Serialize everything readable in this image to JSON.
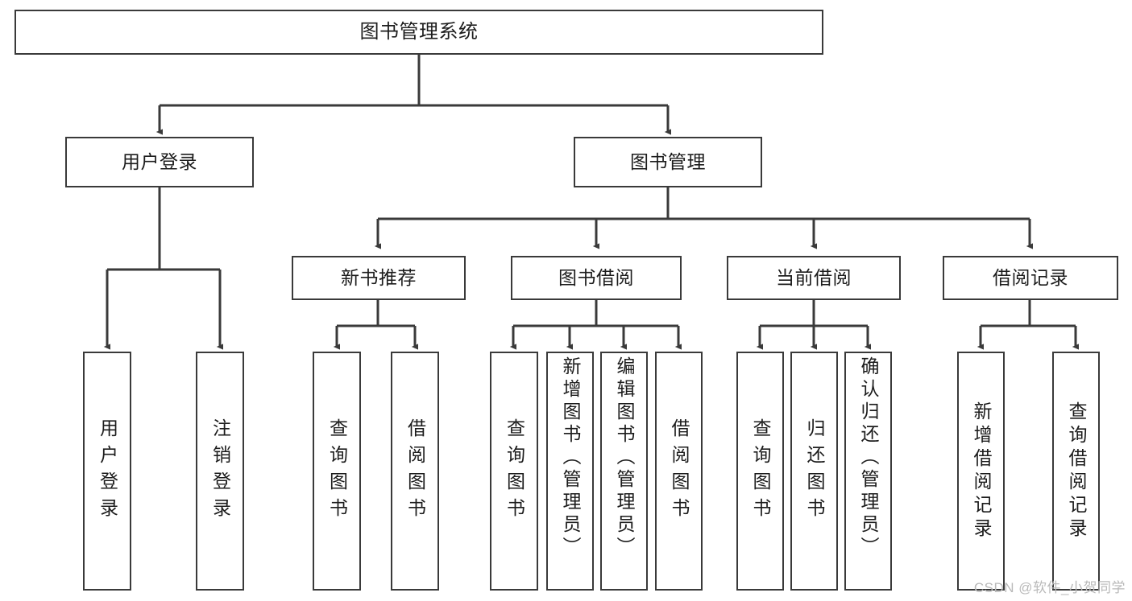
{
  "diagram": {
    "title": "图书管理系统",
    "type": "tree-hierarchy-diagram",
    "colors": {
      "box_border": "#3a3a3a",
      "box_fill": "#ffffff",
      "connector": "#3a3a3a",
      "text": "#1c1c1c",
      "watermark": "#b9b9b9",
      "background": "#ffffff"
    },
    "root": {
      "id": "root",
      "label": "图书管理系统"
    },
    "level2": [
      {
        "id": "user-login",
        "label": "用户登录"
      },
      {
        "id": "book-management",
        "label": "图书管理"
      }
    ],
    "level3": [
      {
        "id": "new-book-recommend",
        "label": "新书推荐",
        "parent": "book-management"
      },
      {
        "id": "book-borrow",
        "label": "图书借阅",
        "parent": "book-management"
      },
      {
        "id": "current-borrow",
        "label": "当前借阅",
        "parent": "book-management"
      },
      {
        "id": "borrow-record",
        "label": "借阅记录",
        "parent": "book-management"
      }
    ],
    "leaves": [
      {
        "id": "leaf-user-login",
        "label": "用户登录",
        "parent": "user-login"
      },
      {
        "id": "leaf-logout-login",
        "label": "注销登录",
        "parent": "user-login"
      },
      {
        "id": "leaf-query-book-1",
        "label": "查询图书",
        "parent": "new-book-recommend"
      },
      {
        "id": "leaf-borrow-book-1",
        "label": "借阅图书",
        "parent": "new-book-recommend"
      },
      {
        "id": "leaf-query-book-2",
        "label": "查询图书",
        "parent": "book-borrow"
      },
      {
        "id": "leaf-add-book",
        "label": "新增图书（管理员）",
        "parent": "book-borrow"
      },
      {
        "id": "leaf-edit-book",
        "label": "编辑图书（管理员）",
        "parent": "book-borrow"
      },
      {
        "id": "leaf-borrow-book-2",
        "label": "借阅图书",
        "parent": "book-borrow"
      },
      {
        "id": "leaf-query-book-3",
        "label": "查询图书",
        "parent": "current-borrow"
      },
      {
        "id": "leaf-return-book",
        "label": "归还图书",
        "parent": "current-borrow"
      },
      {
        "id": "leaf-confirm-return",
        "label": "确认归还（管理员）",
        "parent": "current-borrow"
      },
      {
        "id": "leaf-add-borrow-record",
        "label": "新增借阅记录",
        "parent": "borrow-record"
      },
      {
        "id": "leaf-query-borrow-record",
        "label": "查询借阅记录",
        "parent": "borrow-record"
      }
    ],
    "watermark": "CSDN @软件_小贺同学"
  }
}
